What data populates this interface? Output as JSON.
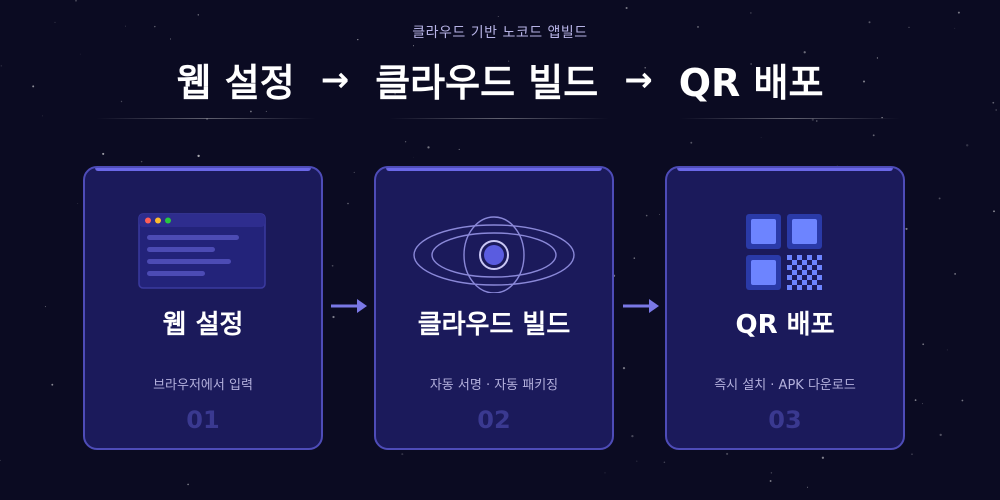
{
  "header": {
    "subtitle": "클라우드 기반 노코드 앱빌드",
    "steps": [
      "웹 설정",
      "클라우드 빌드",
      "QR 배포"
    ],
    "arrow": "→"
  },
  "cards": [
    {
      "icon": "browser-window-icon",
      "title": "웹 설정",
      "desc": "브라우저에서 입력",
      "num": "01"
    },
    {
      "icon": "cloud-orbit-icon",
      "title": "클라우드 빌드",
      "desc": "자동 서명 · 자동 패키징",
      "num": "02"
    },
    {
      "icon": "qr-code-icon",
      "title": "QR 배포",
      "desc": "즉시 설치 · APK 다운로드",
      "num": "03"
    }
  ],
  "colors": {
    "background": "#0b0b22",
    "card": "#1b1a5b",
    "card_border": "#4e4cb8",
    "accent": "#6b68e8",
    "qr_fill": "#6d84ff"
  }
}
